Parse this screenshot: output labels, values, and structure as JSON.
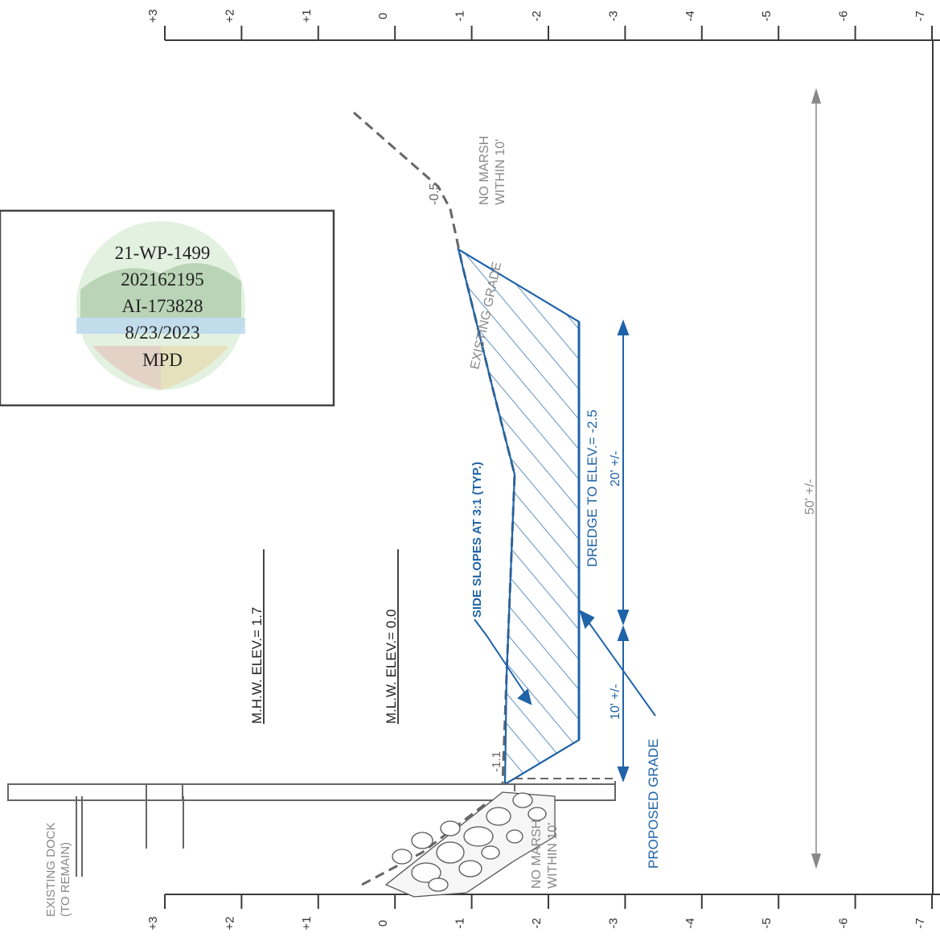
{
  "scale": {
    "top_labels": [
      "+3",
      "+2",
      "+1",
      "0",
      "-1",
      "-2",
      "-3",
      "-4",
      "-5",
      "-6",
      "-7"
    ],
    "bottom_labels": [
      "+3",
      "+2",
      "+1",
      "0",
      "-1",
      "-2",
      "-3",
      "-4",
      "-5",
      "-6",
      "-7"
    ]
  },
  "stamp": {
    "lines": [
      "21-WP-1499",
      "202162195",
      "AI-173828",
      "8/23/2023",
      "MPD"
    ]
  },
  "labels": {
    "mhw": "M.H.W. ELEV.= 1.7",
    "mlw": "M.L.W. ELEV.= 0.0",
    "side_slopes": "SIDE SLOPES AT 3:1 (TYP.)",
    "dredge": "DREDGE TO ELEV.= -2.5",
    "proposed_grade": "PROPOSED GRADE",
    "existing_grade": "EXISTING GRADE",
    "no_marsh_top_1": "NO MARSH",
    "no_marsh_top_2": "WITHIN 10'",
    "no_marsh_bottom_1": "NO MARSH",
    "no_marsh_bottom_2": "WITHIN 10'",
    "existing_dock_1": "EXISTING DOCK",
    "existing_dock_2": "(TO REMAIN)",
    "elev_top": "-0.5",
    "elev_bottom": "-1.1",
    "dim_20": "20' +/-",
    "dim_10": "10' +/-",
    "dim_50": "50' +/-"
  },
  "colors": {
    "line": "#4a4a4a",
    "grade": "#777777",
    "blue": "#1f63a8",
    "text_gray": "#888888"
  }
}
